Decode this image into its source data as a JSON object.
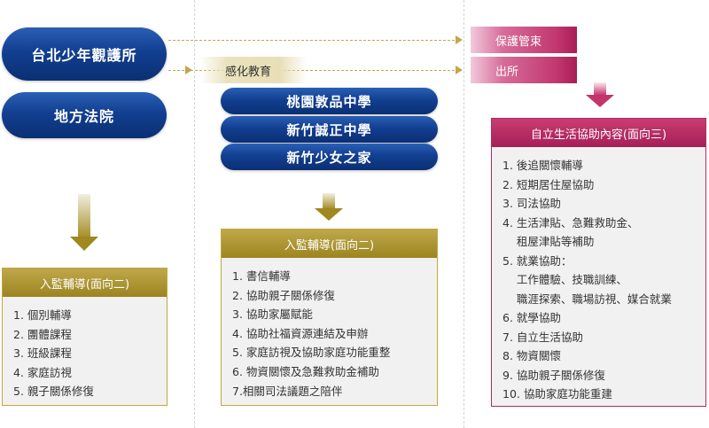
{
  "column1": {
    "pills": [
      "台北少年觀護所",
      "地方法院"
    ],
    "panel": {
      "title": "入監輔導(面向二)",
      "items": [
        "1. 個別輔導",
        "2. 團體課程",
        "3. 班級課程",
        "4. 家庭訪視",
        "5. 親子關係修復"
      ]
    }
  },
  "column2": {
    "tag": "感化教育",
    "pills": [
      "桃園敦品中學",
      "新竹誠正中學",
      "新竹少女之家"
    ],
    "panel": {
      "title": "入監輔導(面向二)",
      "items": [
        "1. 書信輔導",
        "2. 協助親子關係修復",
        "3. 協助家屬賦能",
        "4. 協助社福資源連結及申辦",
        "5. 家庭訪視及協助家庭功能重整",
        "6. 物資關懷及急難救助金補助",
        "7.相關司法議題之陪伴"
      ]
    }
  },
  "column3": {
    "tags": [
      "保護管束",
      "出所"
    ],
    "panel": {
      "title": "自立生活協助內容(面向三)",
      "items": [
        "1. 後追關懷輔導",
        "2. 短期居住屋協助",
        "3. 司法協助",
        "4. 生活津貼、急難救助金、",
        "    租屋津貼等補助",
        "5. 就業協助：",
        "    工作體驗、技職訓練、",
        "    職涯探索、職場訪視、媒合就業",
        "6. 就學協助",
        "7. 自立生活協助",
        "8. 物資關懷",
        "9. 協助親子關係修復",
        "10. 協助家庭功能重建"
      ]
    }
  },
  "colors": {
    "navy": "#123f91",
    "gold": "#a8902a",
    "magenta": "#b52a60",
    "panel_bg": "#f1f1f1"
  }
}
